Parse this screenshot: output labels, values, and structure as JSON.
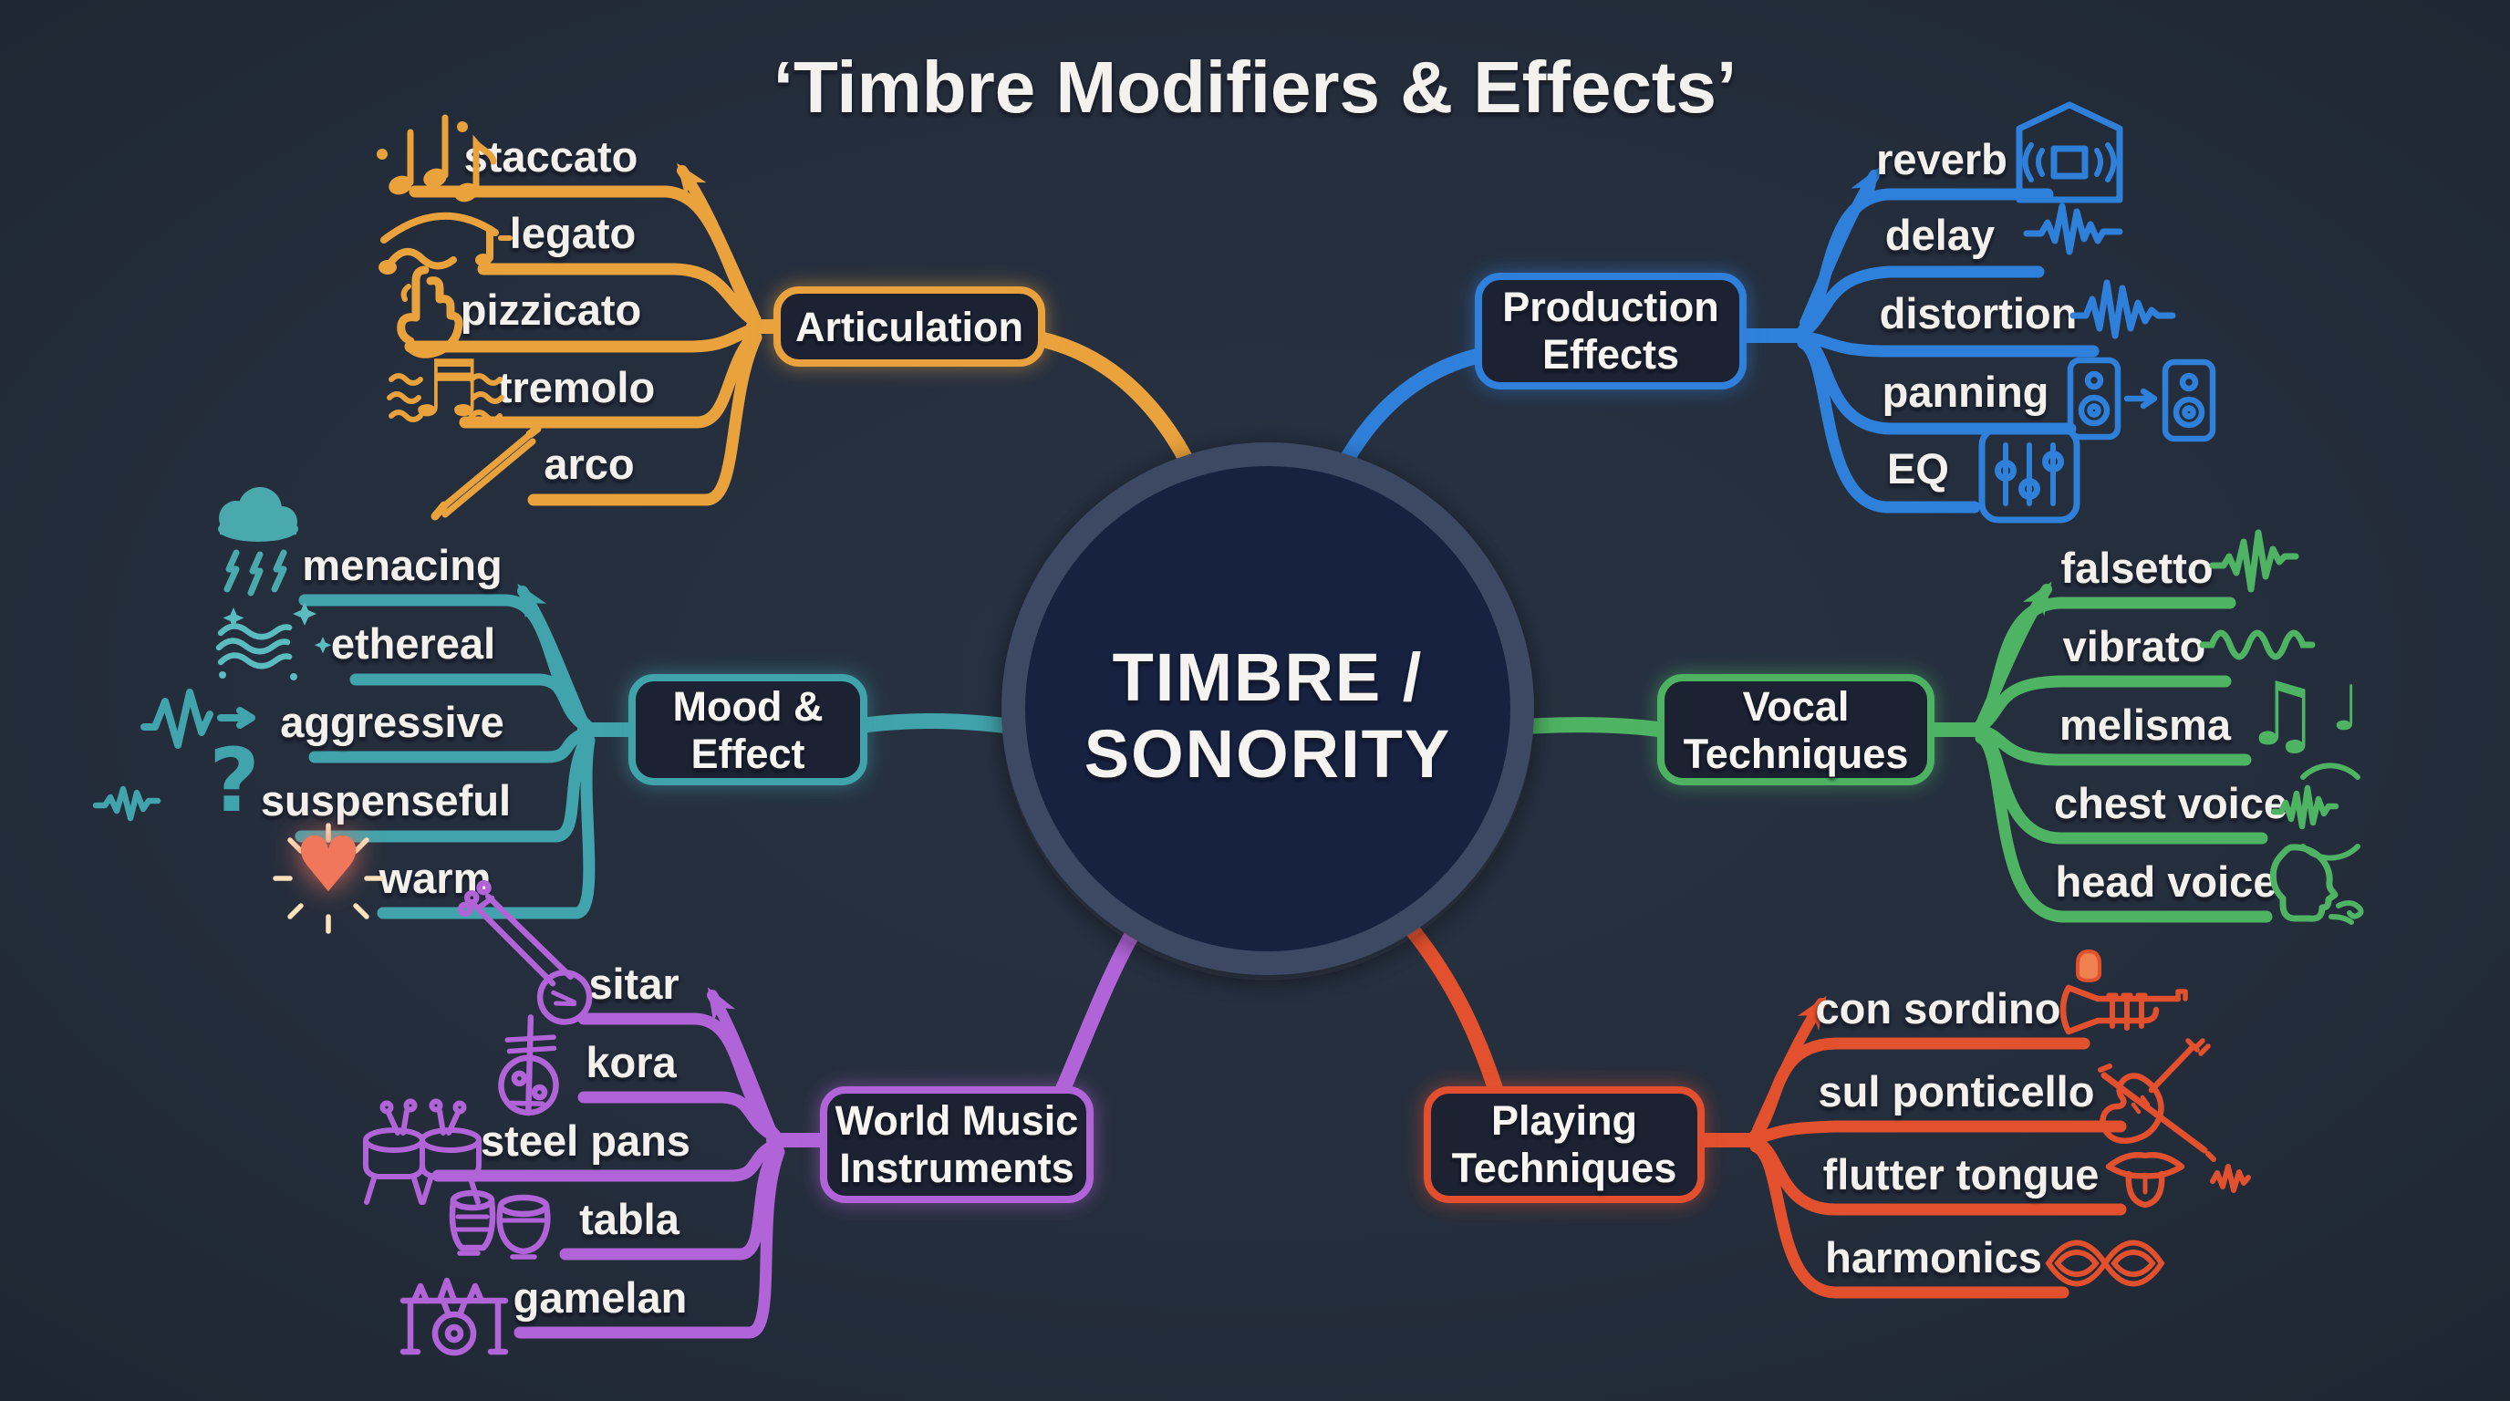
{
  "title": "‘Timbre Modifiers & Effects’",
  "center": {
    "label_lines": [
      "TIMBRE /",
      "SONORITY"
    ]
  },
  "colors": {
    "background": "#232c3a",
    "center_fill": "#13233f",
    "center_ring": "#3d4862",
    "node_fill": "#1b2432",
    "text_primary": "#f2f1ed",
    "articulation": "#e9a23c",
    "production_effects": "#2f80da",
    "mood_effect": "#41a3ab",
    "vocal_techniques": "#4eb363",
    "world_music": "#b164d8",
    "playing_techniques": "#e2502d",
    "warm_heart": "#f0765c"
  },
  "branches": [
    {
      "label_lines": [
        "Articulation"
      ],
      "color": "#e9a23c",
      "position": "top-left",
      "leaves": [
        {
          "label": "staccato",
          "icon": "staccato-notes-icon"
        },
        {
          "label": "legato",
          "icon": "legato-slur-icon"
        },
        {
          "label": "pizzicato",
          "icon": "plucking-hand-icon"
        },
        {
          "label": "tremolo",
          "icon": "tremolo-notes-icon"
        },
        {
          "label": "arco",
          "icon": "bow-icon"
        }
      ]
    },
    {
      "label_lines": [
        "Production",
        "Effects"
      ],
      "color": "#2f80da",
      "position": "top-right",
      "leaves": [
        {
          "label": "reverb",
          "icon": "reverb-room-icon"
        },
        {
          "label": "delay",
          "icon": "delay-waveform-icon"
        },
        {
          "label": "distortion",
          "icon": "distortion-waveform-icon"
        },
        {
          "label": "panning",
          "icon": "speakers-pan-icon"
        },
        {
          "label": "EQ",
          "icon": "eq-sliders-icon"
        }
      ]
    },
    {
      "label_lines": [
        "Mood &",
        "Effect"
      ],
      "color": "#41a3ab",
      "position": "middle-left",
      "leaves": [
        {
          "label": "menacing",
          "icon": "storm-cloud-icon"
        },
        {
          "label": "ethereal",
          "icon": "sparkle-waves-icon"
        },
        {
          "label": "aggressive",
          "icon": "jagged-pulse-icon"
        },
        {
          "label": "suspenseful",
          "icon": "waveform-question-icon"
        },
        {
          "label": "warm",
          "icon": "glowing-heart-icon"
        }
      ]
    },
    {
      "label_lines": [
        "Vocal",
        "Techniques"
      ],
      "color": "#4eb363",
      "position": "middle-right",
      "leaves": [
        {
          "label": "falsetto",
          "icon": "falsetto-waveform-icon"
        },
        {
          "label": "vibrato",
          "icon": "vibrato-waveform-icon"
        },
        {
          "label": "melisma",
          "icon": "melisma-notes-icon"
        },
        {
          "label": "chest voice",
          "icon": "chest-voice-waveform-icon"
        },
        {
          "label": "head voice",
          "icon": "singing-head-icon"
        }
      ]
    },
    {
      "label_lines": [
        "World Music",
        "Instruments"
      ],
      "color": "#b164d8",
      "position": "bottom-left",
      "leaves": [
        {
          "label": "sitar",
          "icon": "sitar-icon"
        },
        {
          "label": "kora",
          "icon": "kora-icon"
        },
        {
          "label": "steel pans",
          "icon": "steel-pans-icon"
        },
        {
          "label": "tabla",
          "icon": "tabla-icon"
        },
        {
          "label": "gamelan",
          "icon": "gamelan-gong-icon"
        }
      ]
    },
    {
      "label_lines": [
        "Playing",
        "Techniques"
      ],
      "color": "#e2502d",
      "position": "bottom-right",
      "leaves": [
        {
          "label": "con sordino",
          "icon": "muted-trumpet-icon"
        },
        {
          "label": "sul ponticello",
          "icon": "violin-bow-icon"
        },
        {
          "label": "flutter tongue",
          "icon": "tongue-waveform-icon"
        },
        {
          "label": "harmonics",
          "icon": "harmonic-waves-icon"
        }
      ]
    }
  ]
}
